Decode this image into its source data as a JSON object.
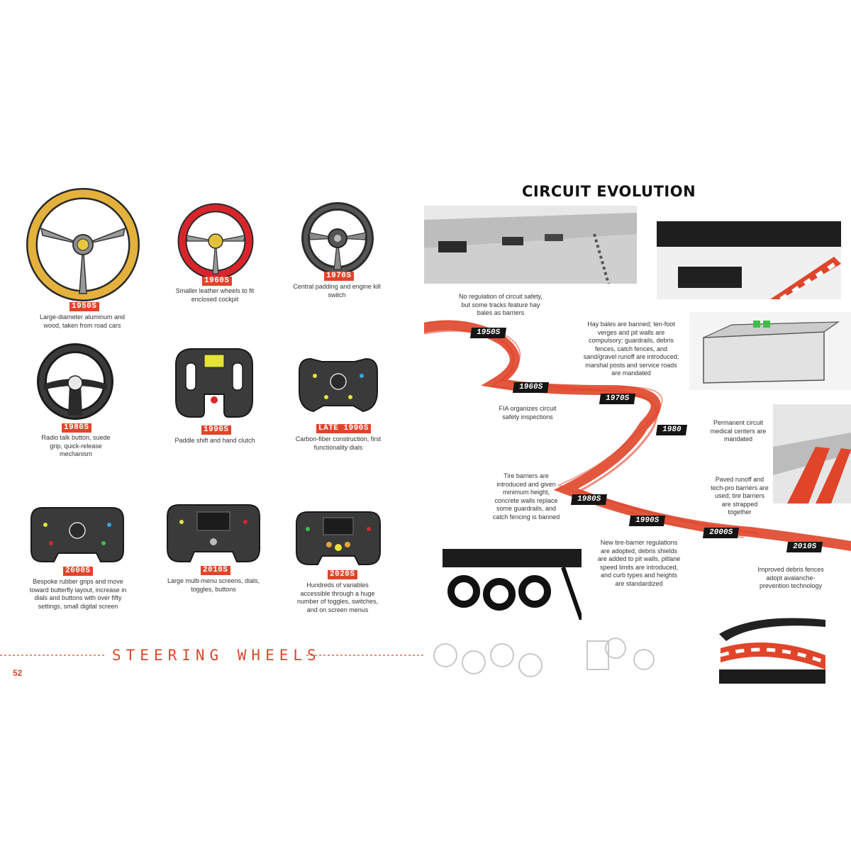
{
  "left_page": {
    "section_title": "STEERING WHEELS",
    "page_number": "52",
    "wheels": [
      {
        "year": "1950S",
        "caption": "Large-diameter aluminum and wood, taken from road cars"
      },
      {
        "year": "1960S",
        "caption": "Smaller leather wheels to fit enclosed cockpit"
      },
      {
        "year": "1970S",
        "caption": "Central padding and engine kill switch"
      },
      {
        "year": "1980S",
        "caption": "Radio talk button, suede grip, quick-release mechanism"
      },
      {
        "year": "1990S",
        "caption": "Paddle shift and hand clutch"
      },
      {
        "year": "LATE 1990S",
        "caption": "Carbon-fiber construction, first functionality dials"
      },
      {
        "year": "2000S",
        "caption": "Bespoke rubber grips and move toward butterfly layout, increase in dials and buttons with over fifty settings, small digital screen"
      },
      {
        "year": "2010S",
        "caption": "Large multi-menu screens, dials, toggles, buttons"
      },
      {
        "year": "2020S",
        "caption": "Hundreds of variables accessible through a huge number of toggles, switches, and on screen menus"
      }
    ]
  },
  "right_page": {
    "title": "CIRCUIT EVOLUTION",
    "timeline": [
      {
        "label": "1950S",
        "text": "No regulation of circuit safety, but some tracks feature hay bales as barriers"
      },
      {
        "label": "1960S",
        "text": "FIA organizes circuit safety inspections"
      },
      {
        "label": "1970S",
        "text": "Hay bales are banned; ten-foot verges and pit walls are compulsory; guardrails, debris fences, catch fences, and sand/gravel runoff are introduced; marshal posts and service roads are mandated"
      },
      {
        "label": "1980",
        "text": "Permanent circuit medical centers are mandated"
      },
      {
        "label": "1980S",
        "text": "Tire barriers are introduced and given minimum height, concrete walls replace some guardrails, and catch fencing is banned"
      },
      {
        "label": "1990S",
        "text": "New tire-barrier regulations are adopted, debris shields are added to pit walls, pitlane speed limits are introduced, and curb types and heights are standardized"
      },
      {
        "label": "2000S",
        "text": "Paved runoff and tech-pro barriers are used; tire barriers are strapped together"
      },
      {
        "label": "2010S",
        "text": "Improved debris fences adopt avalanche-prevention technology"
      }
    ]
  },
  "colors": {
    "accent": "#e0452a",
    "ink": "#151515"
  }
}
